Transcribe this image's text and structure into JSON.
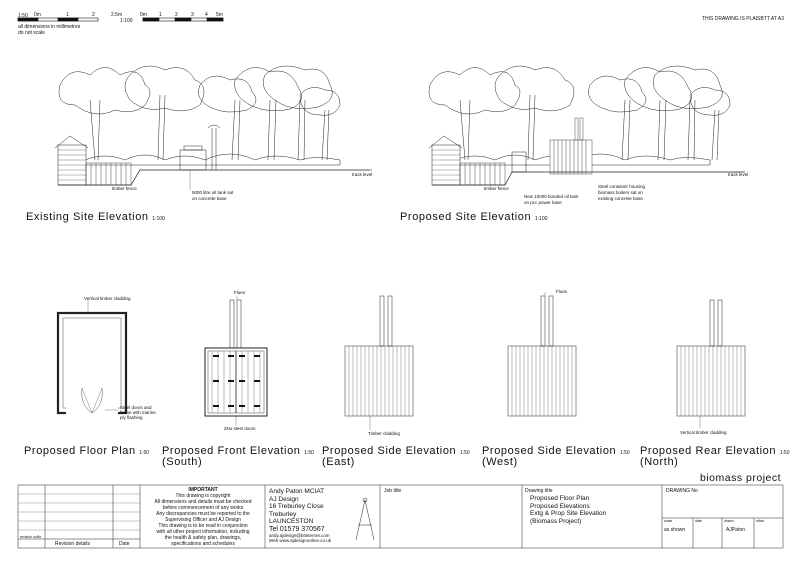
{
  "header": {
    "scale_left": "1:50",
    "scale_marks": [
      "0m",
      "1",
      "2",
      "2.5m",
      "0m",
      "1",
      "2",
      "3",
      "4",
      "5m"
    ],
    "scale_mid": "1:100",
    "dim_note_1": "all dimensions in millimetres",
    "dim_note_2": "do not scale",
    "top_right_note": "THIS DRAWING IS PLAISBTT AT A3"
  },
  "elevations": {
    "existing_title": "Existing Site Elevation",
    "existing_scale": "1:100",
    "existing_labels": {
      "timber_fence": "timber fence",
      "tank": "5000 litre oil tank sat",
      "tank2": "on concrete base",
      "track": "track level"
    },
    "proposed_title": "Proposed Site Elevation",
    "proposed_scale": "1:100",
    "proposed_labels": {
      "timber_fence": "timber fence",
      "bunded1": "New 10000 bunded oil tank",
      "bunded2": "on pcc power base",
      "steel1": "Steel container housing",
      "steel2": "biomass boilers sat on",
      "steel3": "existing concrete base",
      "track": "track level"
    }
  },
  "plans": {
    "floor_title": "Proposed Floor Plan",
    "floor_scale": "1:50",
    "floor_label_cladding": "Vertical timber cladding",
    "floor_label_doors1": "Steel doors and",
    "floor_label_doors2": "frame with marine",
    "floor_label_doors3": "ply flashing",
    "front_title": "Proposed Front Elevation",
    "front_scale": "1:50",
    "front_sub": "(South)",
    "front_flues": "Flues",
    "front_doors": "2No steel doors",
    "east_title": "Proposed Side Elevation",
    "east_scale": "1:50",
    "east_sub": "(East)",
    "east_label": "Timber cladding",
    "west_title": "Proposed Side Elevation",
    "west_scale": "1:50",
    "west_sub": "(West)",
    "west_flues": "Flues",
    "rear_title": "Proposed Rear Elevation",
    "rear_scale": "1:50",
    "rear_sub": "(North)",
    "rear_label": "Vertical timber cladding"
  },
  "project_banner": "biomass project",
  "title_block": {
    "revision_label": "revision suffix",
    "revision_details": "Revision details",
    "date": "Date",
    "important_heading": "IMPORTANT",
    "important_lines": [
      "This drawing is copyright",
      "All dimensions and details must be checked",
      "before commencement of any works",
      "Any discrepancies must be reported to the",
      "Supervising Officer and AJ Design",
      "This drawing is to be read in conjunction",
      "with all other project information, including",
      "the health & safety plan, drawings,",
      "specifications and schedules"
    ],
    "company_lines": [
      "Andy Paton MCIAT",
      "AJ Design",
      "16 Treburley Close",
      "Treburley",
      "LAUNCESTON"
    ],
    "tel": "Tel 01579 370567",
    "email": "andy.ajdesign@btinternet.com",
    "web": "Web www.ajdesignonline.co.uk",
    "job_title_label": "Job title",
    "drawing_title_label": "Drawing title",
    "drawing_title_lines": [
      "Proposed Floor Plan",
      "Proposed Elevations",
      "Extg & Prop Site Elevation",
      "(Biomass Project)"
    ],
    "drawing_no_label": "DRAWING No",
    "scale_label": "scale",
    "scale_value": "as shown",
    "date_label": "date",
    "drawn_label": "drawn",
    "drawn_value": "AJPaton",
    "office_label": "office"
  }
}
